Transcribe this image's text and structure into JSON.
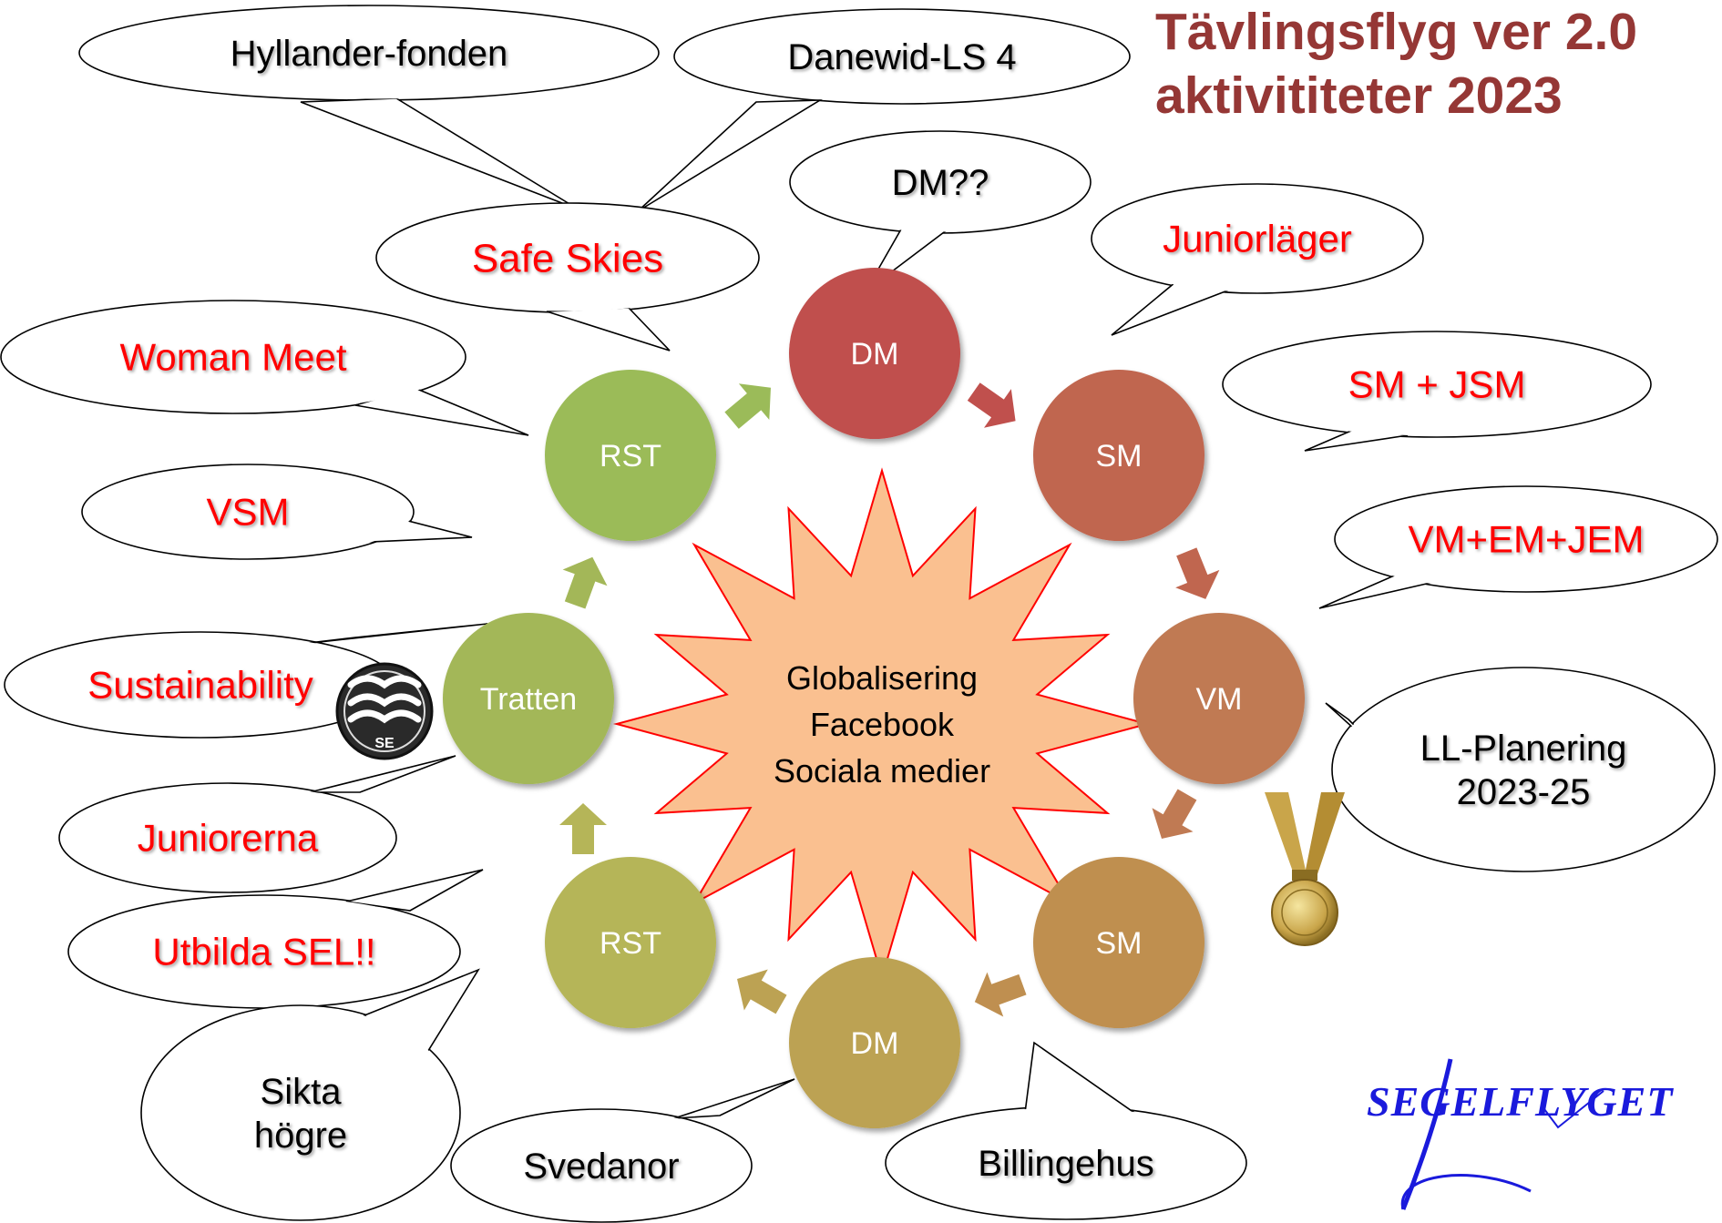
{
  "title": {
    "line1": "Tävlingsflyg ver 2.0",
    "line2": "aktivititeter 2023"
  },
  "center_star": {
    "lines": [
      "Globalisering",
      "Facebook",
      "Sociala medier"
    ]
  },
  "cycle_nodes": [
    {
      "id": "dm-top",
      "label": "DM",
      "color": "#c0504d"
    },
    {
      "id": "sm-upper",
      "label": "SM",
      "color": "#c0664f"
    },
    {
      "id": "vm",
      "label": "VM",
      "color": "#c07a53"
    },
    {
      "id": "sm-lower",
      "label": "SM",
      "color": "#bf8f50"
    },
    {
      "id": "dm-bottom",
      "label": "DM",
      "color": "#bca253"
    },
    {
      "id": "rst-lower",
      "label": "RST",
      "color": "#b5b558"
    },
    {
      "id": "tratten",
      "label": "Tratten",
      "color": "#a3b758"
    },
    {
      "id": "rst-upper",
      "label": "RST",
      "color": "#9bbb59"
    }
  ],
  "callouts": [
    {
      "id": "hyllander",
      "lines": [
        "Hyllander-fonden"
      ],
      "color": "#000000"
    },
    {
      "id": "danewid",
      "lines": [
        "Danewid-LS 4"
      ],
      "color": "#000000"
    },
    {
      "id": "dm-question",
      "lines": [
        "DM??"
      ],
      "color": "#000000"
    },
    {
      "id": "safe-skies",
      "lines": [
        "Safe Skies"
      ],
      "color": "#ff0000"
    },
    {
      "id": "juniorlager",
      "lines": [
        "Juniorläger"
      ],
      "color": "#ff0000"
    },
    {
      "id": "woman-meet",
      "lines": [
        "Woman Meet"
      ],
      "color": "#ff0000"
    },
    {
      "id": "sm-jsm",
      "lines": [
        "SM + JSM"
      ],
      "color": "#ff0000"
    },
    {
      "id": "vsm",
      "lines": [
        "VSM"
      ],
      "color": "#ff0000"
    },
    {
      "id": "vm-em-jem",
      "lines": [
        "VM+EM+JEM"
      ],
      "color": "#ff0000"
    },
    {
      "id": "sustainability",
      "lines": [
        "Sustainability"
      ],
      "color": "#ff0000"
    },
    {
      "id": "ll-planering",
      "lines": [
        "LL-Planering",
        "2023-25"
      ],
      "color": "#000000"
    },
    {
      "id": "juniorerna",
      "lines": [
        "Juniorerna"
      ],
      "color": "#ff0000"
    },
    {
      "id": "utbilda-sel",
      "lines": [
        "Utbilda SEL!!"
      ],
      "color": "#ff0000"
    },
    {
      "id": "sikta-hogre",
      "lines": [
        "Sikta",
        "högre"
      ],
      "color": "#000000"
    },
    {
      "id": "svedanor",
      "lines": [
        "Svedanor"
      ],
      "color": "#000000"
    },
    {
      "id": "billingehus",
      "lines": [
        "Billingehus"
      ],
      "color": "#000000"
    }
  ],
  "badge": {
    "label": "SE"
  },
  "logo": {
    "text": "SEGELFLYGET"
  },
  "colors": {
    "title": "#953735",
    "star_fill": "#fac090",
    "star_stroke": "#ff0000",
    "red_text": "#ff0000"
  }
}
